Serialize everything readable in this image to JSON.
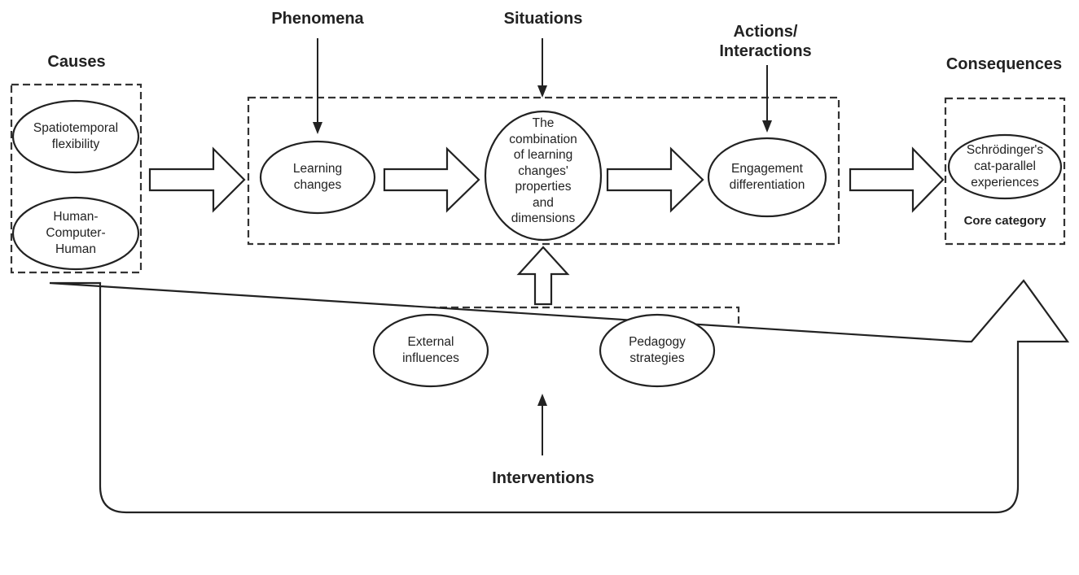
{
  "headings": {
    "causes": "Causes",
    "phenomena": "Phenomena",
    "situations": "Situations",
    "actions_line1": "Actions/",
    "actions_line2": "Interactions",
    "consequences": "Consequences",
    "interventions": "Interventions"
  },
  "causes": {
    "item1_line1": "Spatiotemporal",
    "item1_line2": "flexibility",
    "item2_line1": "Human-",
    "item2_line2": "Computer-",
    "item2_line3": "Human"
  },
  "process": {
    "learning_line1": "Learning",
    "learning_line2": "changes",
    "combo_lines": [
      "The",
      "combination",
      "of learning",
      "changes'",
      "properties",
      "and",
      "dimensions"
    ],
    "engagement_line1": "Engagement",
    "engagement_line2": "differentiation"
  },
  "interventions": {
    "external_line1": "External",
    "external_line2": "influences",
    "pedagogy_line1": "Pedagogy",
    "pedagogy_line2": "strategies"
  },
  "consequences": {
    "item_line1": "Schrödinger's",
    "item_line2": "cat-parallel",
    "item_line3": "experiences",
    "core_label": "Core category"
  }
}
